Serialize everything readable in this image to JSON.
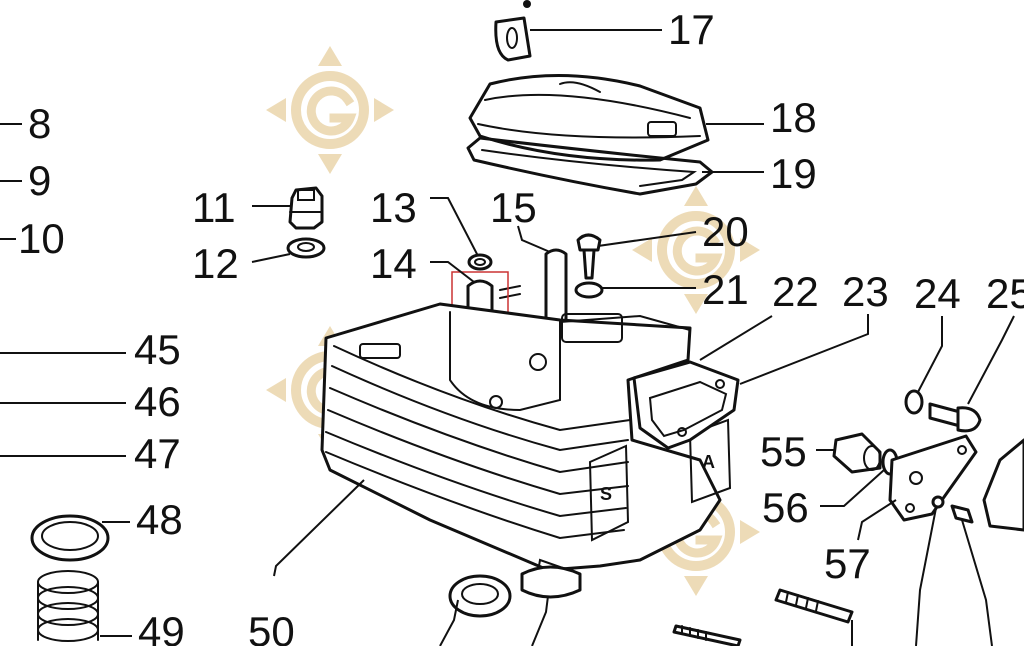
{
  "highlight_color": "#cc3333",
  "watermark_color": "#e7cfa0",
  "watermark_icon": "g-diamond-logo-icon",
  "face_marks": [
    "S",
    "A"
  ],
  "callouts": [
    {
      "id": "8",
      "label": "8"
    },
    {
      "id": "9",
      "label": "9"
    },
    {
      "id": "10",
      "label": "10"
    },
    {
      "id": "11",
      "label": "11"
    },
    {
      "id": "12",
      "label": "12"
    },
    {
      "id": "13",
      "label": "13"
    },
    {
      "id": "14",
      "label": "14"
    },
    {
      "id": "15",
      "label": "15"
    },
    {
      "id": "17",
      "label": "17"
    },
    {
      "id": "18",
      "label": "18"
    },
    {
      "id": "19",
      "label": "19"
    },
    {
      "id": "20",
      "label": "20"
    },
    {
      "id": "21",
      "label": "21"
    },
    {
      "id": "22",
      "label": "22"
    },
    {
      "id": "23",
      "label": "23"
    },
    {
      "id": "24",
      "label": "24"
    },
    {
      "id": "25",
      "label": "25"
    },
    {
      "id": "45",
      "label": "45"
    },
    {
      "id": "46",
      "label": "46"
    },
    {
      "id": "47",
      "label": "47"
    },
    {
      "id": "48",
      "label": "48"
    },
    {
      "id": "49",
      "label": "49"
    },
    {
      "id": "50",
      "label": "50"
    },
    {
      "id": "55",
      "label": "55"
    },
    {
      "id": "56",
      "label": "56"
    },
    {
      "id": "57",
      "label": "57"
    }
  ]
}
